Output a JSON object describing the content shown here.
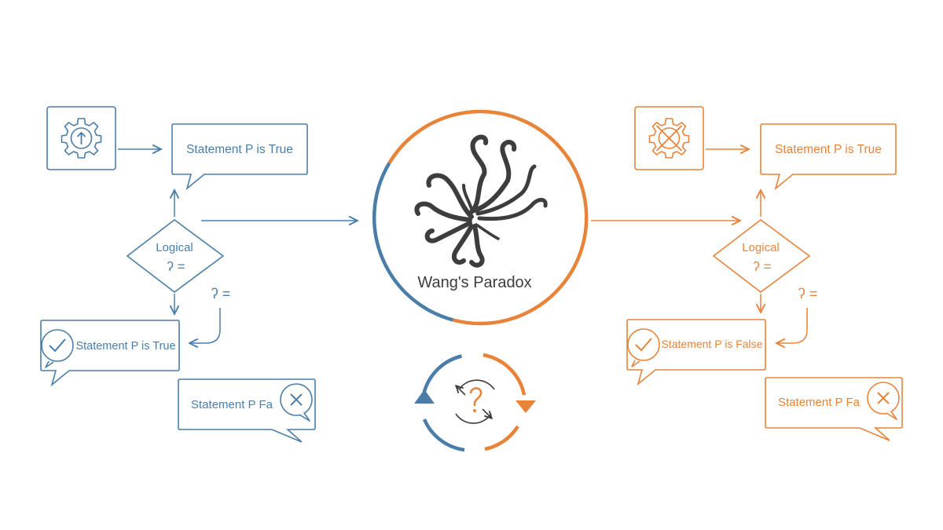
{
  "colors": {
    "blue": "#4a7ea8",
    "orange": "#e8833a",
    "dark": "#3d3d3d",
    "background": "#ffffff"
  },
  "center": {
    "title": "Wang's Paradox"
  },
  "left": {
    "gear_icon": "gear-up-arrow-icon",
    "bubble_top": "Statement P is True",
    "diamond_line1": "Logical",
    "diamond_line2": "ʔ =",
    "side_symbol": "ʔ =",
    "bubble_mid": "Statement P is True",
    "bubble_bottom": "Statement P Fa"
  },
  "right": {
    "gear_icon": "gear-cross-icon",
    "bubble_top": "Statement P is True",
    "diamond_line1": "Logical",
    "diamond_line2": "ʔ =",
    "side_symbol": "ʔ =",
    "bubble_mid": "Statement P is False",
    "bubble_bottom": "Statement P Fa"
  }
}
